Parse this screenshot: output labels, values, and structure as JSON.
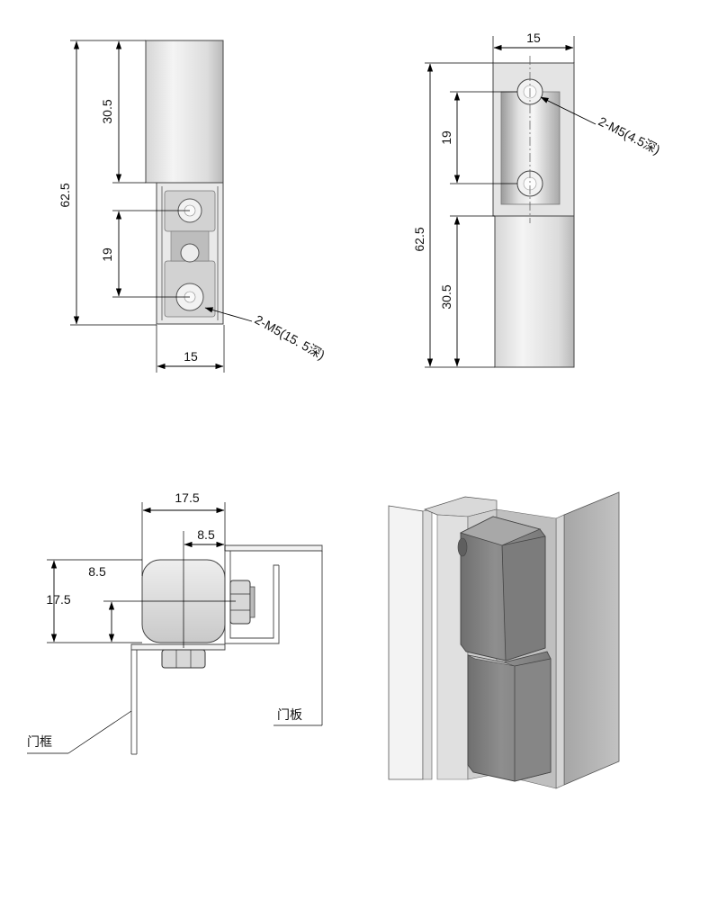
{
  "colors": {
    "line": "#000000",
    "metal_light": "#e6e6e6",
    "metal_mid": "#c8c8c8",
    "metal_dark": "#8d8d8d",
    "panel": "#b4b4b4"
  },
  "front_view": {
    "dim_total_height": "62.5",
    "dim_upper_leaf": "30.5",
    "dim_hole_pitch": "19",
    "dim_width": "15",
    "note_thread": "2-M5(15. 5深)"
  },
  "side_view": {
    "dim_width": "15",
    "dim_hole_pitch": "19",
    "dim_total_height": "62.5",
    "dim_lower_leaf": "30.5",
    "note_thread": "2-M5(4.5深)"
  },
  "top_view": {
    "dim_width": "17.5",
    "dim_offset_x": "8.5",
    "dim_offset_y": "8.5",
    "dim_height": "17.5",
    "label_frame": "门框",
    "label_door": "门板"
  },
  "isometric_view": {
    "icons": [
      "hinge-3d-icon"
    ]
  }
}
